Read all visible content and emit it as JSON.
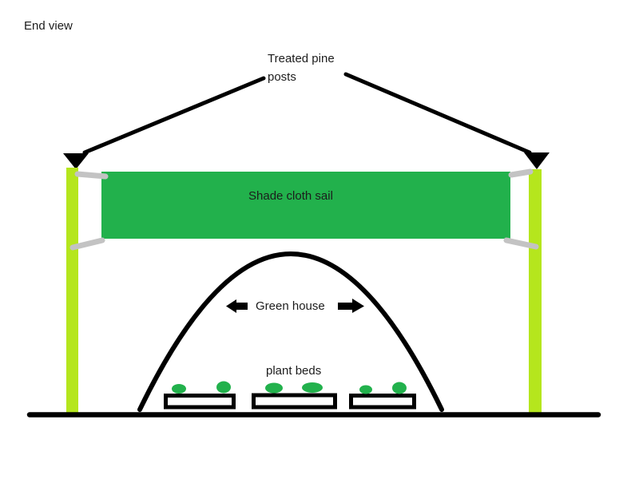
{
  "labels": {
    "view": "End view",
    "posts_line1": "Treated pine",
    "posts_line2": "posts",
    "shade_cloth": "Shade cloth sail",
    "greenhouse": "Green house",
    "plant_beds": "plant beds"
  },
  "colors": {
    "ink": "#000000",
    "post_lime": "#B5E61D",
    "cloth_green": "#22B14C",
    "connector_gray": "#C3C3C3",
    "plant_green": "#22B14C",
    "text": "#1c1c1c"
  }
}
